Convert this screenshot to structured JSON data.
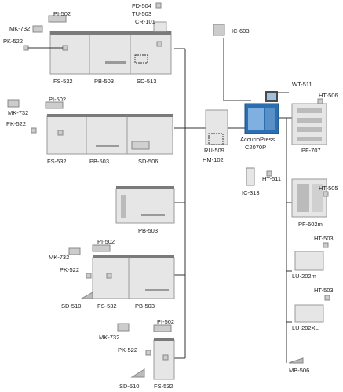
{
  "labels": {
    "fd504": "FD-504",
    "tu503": "TU-503",
    "cr101": "CR-101",
    "pi502_a": "PI-502",
    "mk732_a": "MK-732",
    "pk522_a": "PK-522",
    "fs532_a": "FS-532",
    "pb503_a": "PB-503",
    "sd513": "SD-513",
    "ic603": "IC-603",
    "pi502_b": "PI-502",
    "mk732_b": "MK-732",
    "pk522_b": "PK-522",
    "fs532_b": "FS-532",
    "pb503_b": "PB-503",
    "sd506": "SD-506",
    "pb503_c": "PB-503",
    "pi502_d": "PI-502",
    "mk732_d": "MK-732",
    "pk522_d": "PK-522",
    "sd510_d": "SD-510",
    "fs532_d": "FS-532",
    "pb503_d": "PB-503",
    "pi502_e": "PI-502",
    "mk732_e": "MK-732",
    "pk522_e": "PK-522",
    "sd510_e": "SD-510",
    "fs532_e": "FS-532",
    "ru509": "RU-509",
    "hm102": "HM-102",
    "main_line1": "AccurioPress",
    "main_line2": "C2070P",
    "ic313": "IC-313",
    "hs511": "HT-511",
    "wt511": "WT-511",
    "ht506": "HT-506",
    "pf707": "PF-707",
    "ht505": "HT-505",
    "pf602m": "PF-602m",
    "ht503_a": "HT-503",
    "lu202m": "LU-202m",
    "ht503_b": "HT-503",
    "lu202xl": "LU-202XL",
    "mb506": "MB-506"
  },
  "colors": {
    "line": "#333333",
    "machine_body": "#e6e6e6",
    "machine_top": "#7a7a7a",
    "machine_edge": "#9a9a9a",
    "option_box": "#cccccc",
    "press_blue": "#2b6fb0"
  }
}
